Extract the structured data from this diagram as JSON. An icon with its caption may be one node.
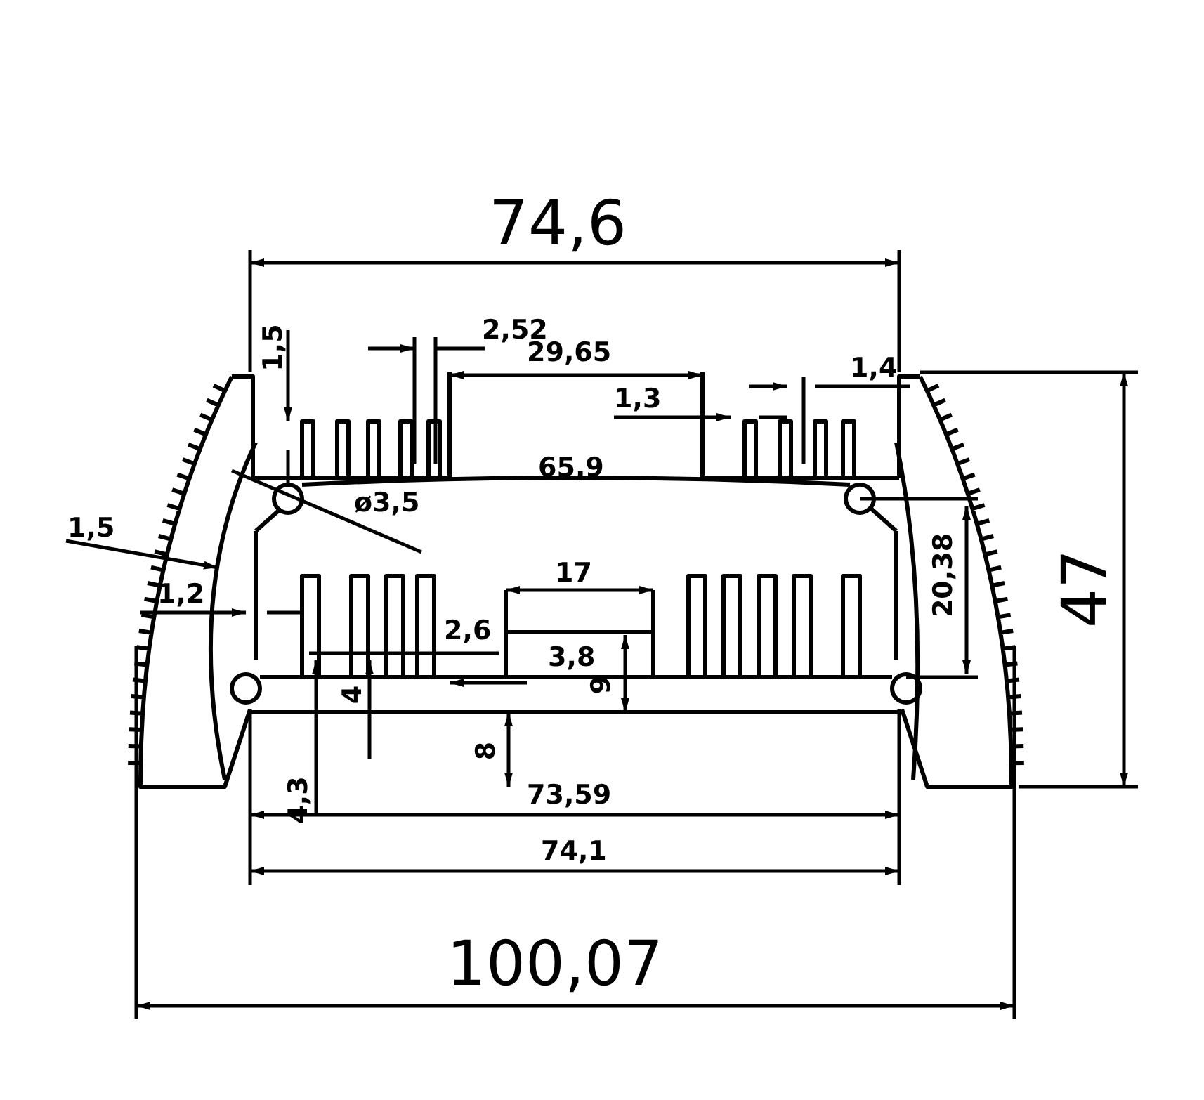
{
  "diagram": {
    "labels": [
      "74,6",
      "2,52",
      "29,65",
      "1,5",
      "1,4",
      "1,3",
      "65,9",
      "ø3,5",
      "1,5",
      "20,38",
      "47",
      "1,2",
      "17",
      "2,6",
      "3,8",
      "9",
      "4",
      "8",
      "4,3",
      "73,59",
      "74,1",
      "100,07"
    ]
  }
}
